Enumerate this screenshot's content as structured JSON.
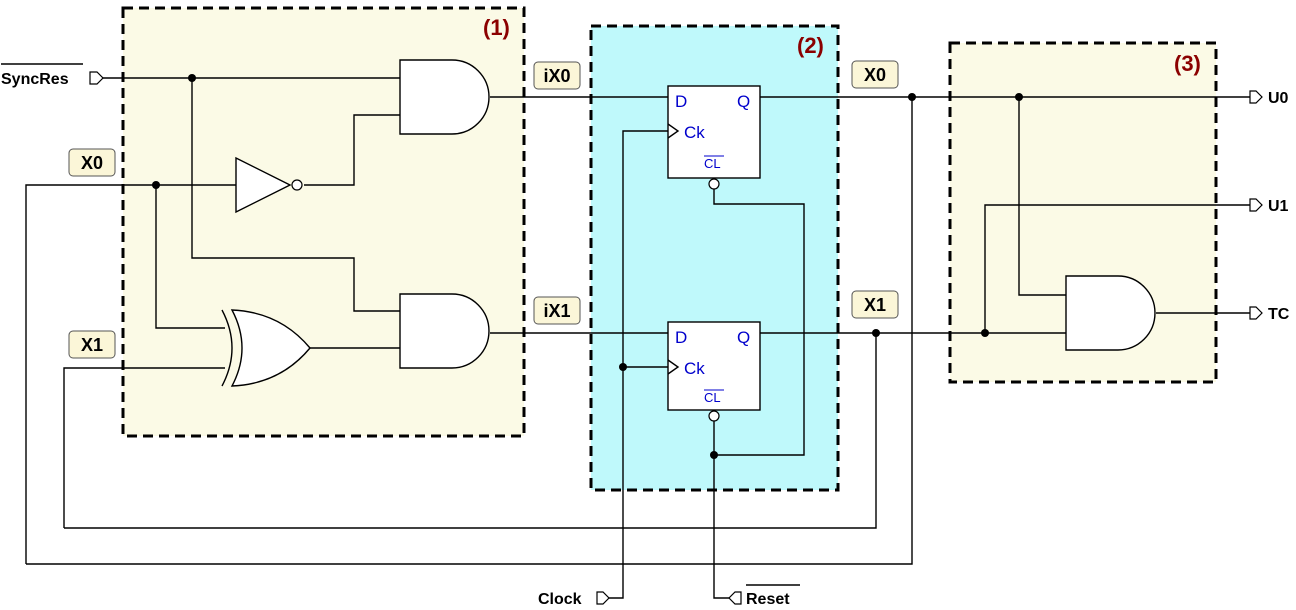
{
  "blocks": {
    "b1": {
      "label": "(1)",
      "fill": "#fbfae6"
    },
    "b2": {
      "label": "(2)",
      "fill": "#bff9fb"
    },
    "b3": {
      "label": "(3)",
      "fill": "#fbfae6"
    }
  },
  "inputs": {
    "syncres": "SyncRes",
    "clock": "Clock",
    "reset": "Reset"
  },
  "outputs": {
    "u0": "U0",
    "u1": "U1",
    "tc": "TC"
  },
  "net_labels": {
    "x0_left": "X0",
    "x1_left": "X1",
    "ix0": "iX0",
    "ix1": "iX1",
    "x0_right": "X0",
    "x1_right": "X1"
  },
  "flipflop_pins": {
    "d": "D",
    "q": "Q",
    "ck": "Ck",
    "cl": "CL"
  }
}
